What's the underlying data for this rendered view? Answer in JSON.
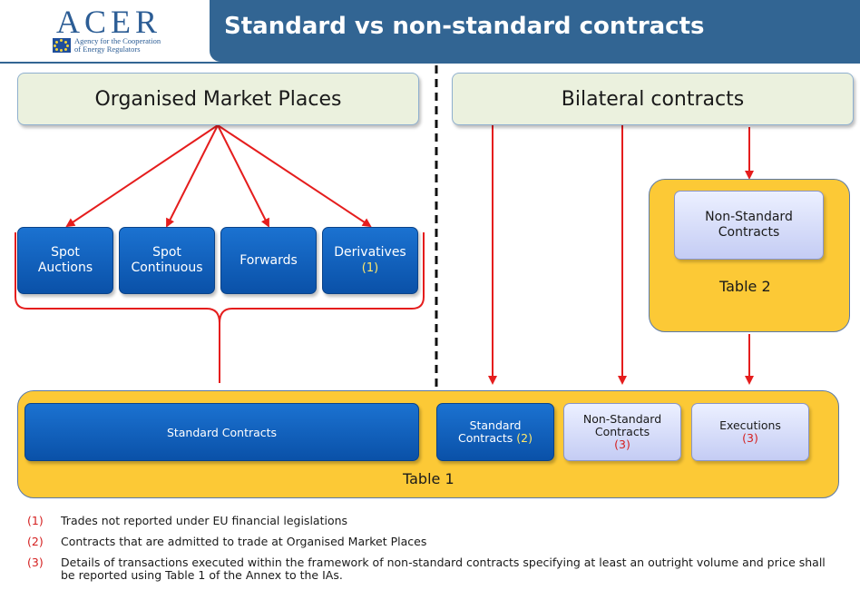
{
  "logo": {
    "wordmark": "ACER",
    "line1": "Agency for the Cooperation",
    "line2": "of Energy Regulators"
  },
  "title": "Standard vs non-standard contracts",
  "left_header": "Organised Market Places",
  "right_header": "Bilateral contracts",
  "market_boxes": [
    {
      "line1": "Spot",
      "line2": "Auctions",
      "ref": ""
    },
    {
      "line1": "Spot",
      "line2": "Continuous",
      "ref": ""
    },
    {
      "line1": "Forwards",
      "line2": "",
      "ref": ""
    },
    {
      "line1": "Derivatives",
      "line2": "",
      "ref": "(1)"
    }
  ],
  "table2": {
    "box_line1": "Non-Standard",
    "box_line2": "Contracts",
    "label": "Table 2"
  },
  "table1": {
    "standard_contracts": "Standard Contracts",
    "bilateral_standard_line1": "Standard",
    "bilateral_standard_line2": "Contracts",
    "bilateral_standard_ref": "(2)",
    "nonstandard_line1": "Non-Standard",
    "nonstandard_line2": "Contracts",
    "nonstandard_ref": "(3)",
    "executions": "Executions",
    "executions_ref": "(3)",
    "label": "Table 1"
  },
  "footnotes": [
    {
      "num": "(1)",
      "text": "Trades not reported under EU financial legislations"
    },
    {
      "num": "(2)",
      "text": "Contracts that are admitted to trade at Organised Market Places"
    },
    {
      "num": "(3)",
      "text": "Details of transactions executed within the framework of non-standard contracts specifying at least an outright volume and price shall be reported using Table 1 of the Annex to the IAs."
    }
  ],
  "colors": {
    "title_bar": "#326593",
    "arrow": "#e51d1d",
    "table_fill": "#fcc936",
    "button_blue": "#0a51a8",
    "button_light": "#c4ccf4",
    "header_fill": "#ebf1de"
  }
}
